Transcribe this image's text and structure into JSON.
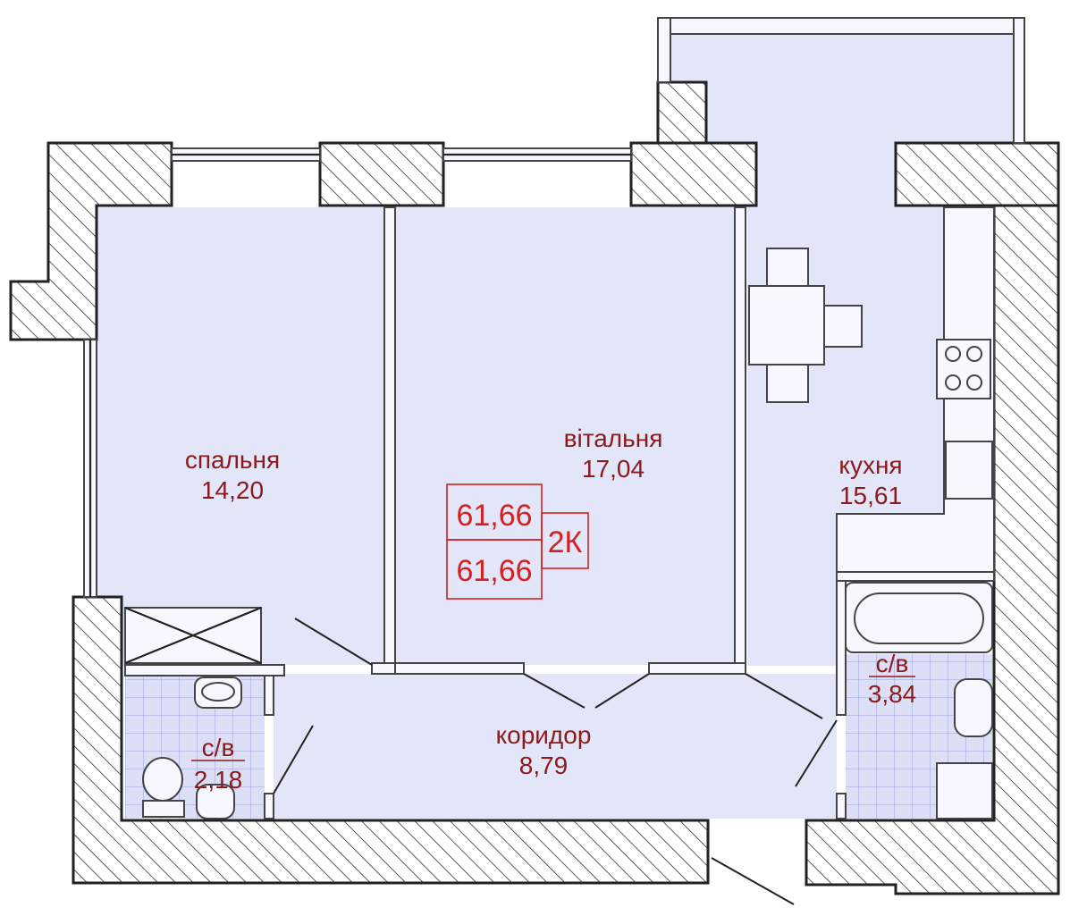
{
  "rooms": {
    "bedroom": {
      "name": "спальня",
      "area": "14,20"
    },
    "living": {
      "name": "вітальня",
      "area": "17,04"
    },
    "kitchen": {
      "name": "кухня",
      "area": "15,61"
    },
    "bath_right": {
      "name": "с/в",
      "area": "3,84"
    },
    "bath_left": {
      "name": "с/в",
      "area": "2,18"
    },
    "corridor": {
      "name": "коридор",
      "area": "8,79"
    }
  },
  "summary": {
    "total_area": "61,66",
    "living_area": "61,66",
    "type": "2К"
  },
  "colors": {
    "room_fill": "#e3e5f8",
    "label_color": "#8b1a1a",
    "summary_color": "#d42020"
  }
}
